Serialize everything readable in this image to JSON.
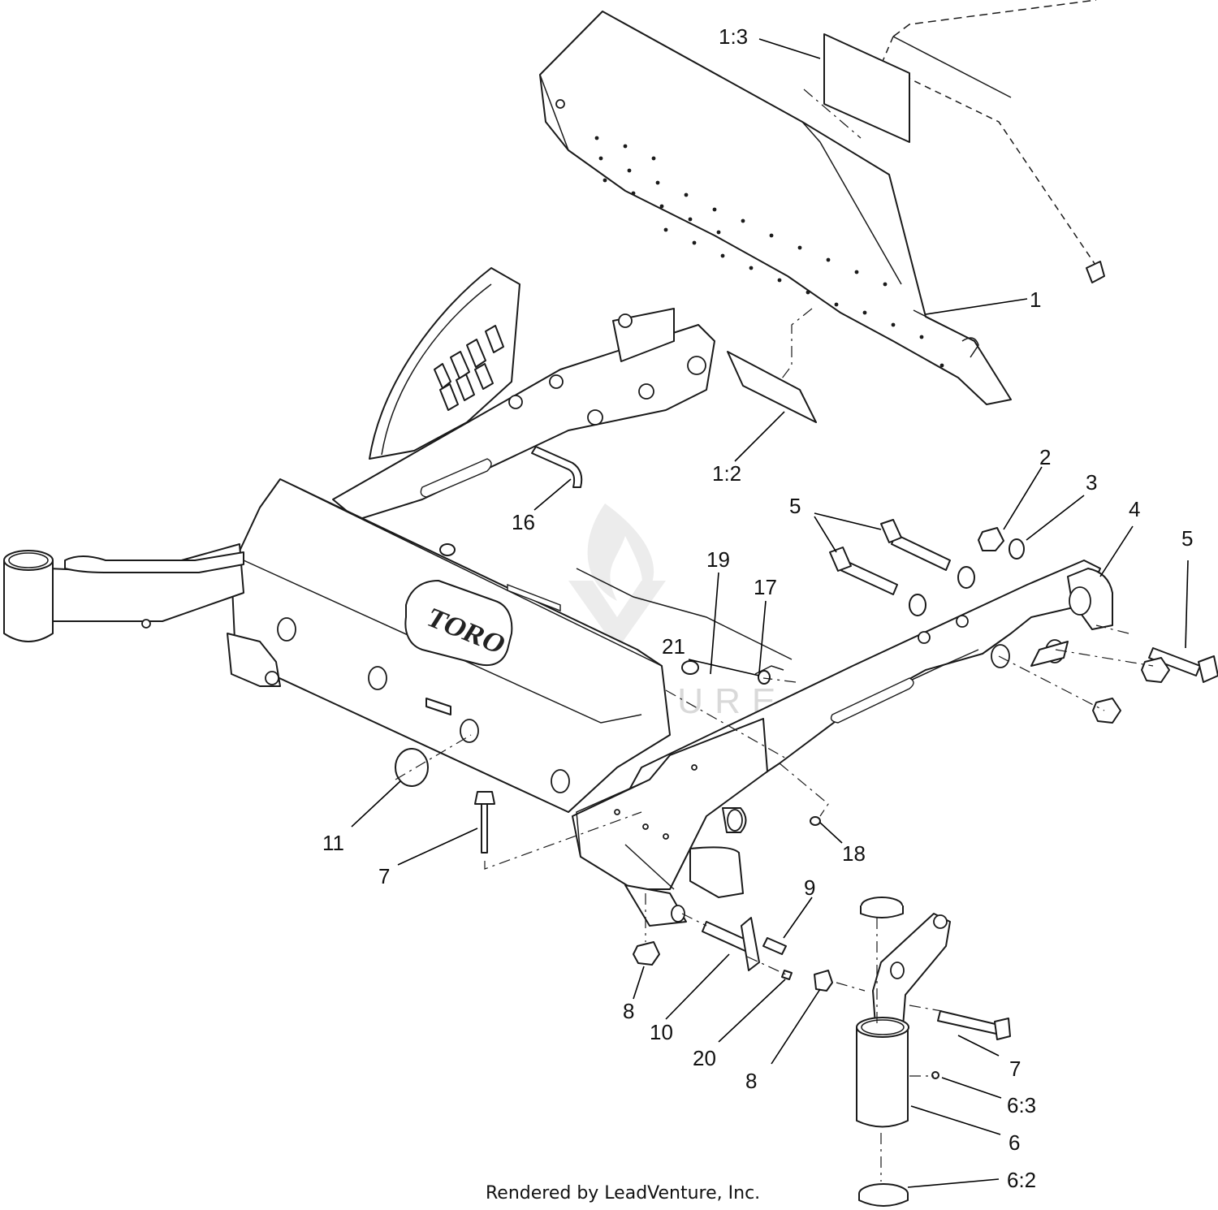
{
  "callouts": {
    "c1_3": "1:3",
    "c1": "1",
    "c1_2": "1:2",
    "c16": "16",
    "c2": "2",
    "c3": "3",
    "c4": "4",
    "c5a": "5",
    "c5b": "5",
    "c19": "19",
    "c17": "17",
    "c21": "21",
    "c11": "11",
    "c7a": "7",
    "c18": "18",
    "c9": "9",
    "c8a": "8",
    "c10": "10",
    "c20": "20",
    "c8b": "8",
    "c7b": "7",
    "c6_3": "6:3",
    "c6": "6",
    "c6_2": "6:2"
  },
  "frame_logo": "TORO",
  "watermark": "LEADVENTURE",
  "footer": "Rendered by LeadVenture, Inc."
}
